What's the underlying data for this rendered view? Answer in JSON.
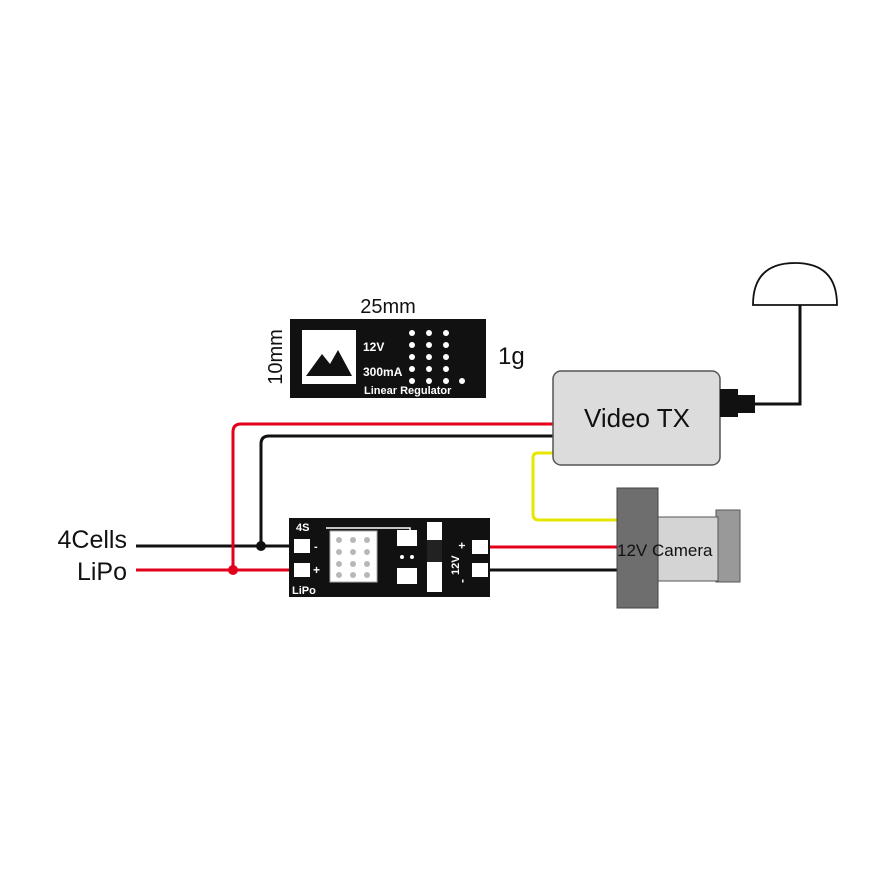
{
  "regulator_top": {
    "width_label": "25mm",
    "height_label": "10mm",
    "weight_label": "1g",
    "voltage": "12V",
    "current": "300mA",
    "name": "Linear Regulator"
  },
  "input": {
    "line1": "4Cells",
    "line2": "LiPo"
  },
  "board": {
    "in_label_top": "4S",
    "in_label_bottom": "LiPo",
    "in_minus": "-",
    "in_plus": "+",
    "out_label": "12V",
    "out_plus": "+",
    "out_minus": "-"
  },
  "video_tx": {
    "label": "Video TX"
  },
  "camera": {
    "label": "12V Camera"
  },
  "colors": {
    "red_wire": "#e3001b",
    "black_wire": "#111111",
    "yellow_wire": "#e6e600",
    "device_fill": "#dcdcdc",
    "camera_dark": "#6e6e6e"
  }
}
